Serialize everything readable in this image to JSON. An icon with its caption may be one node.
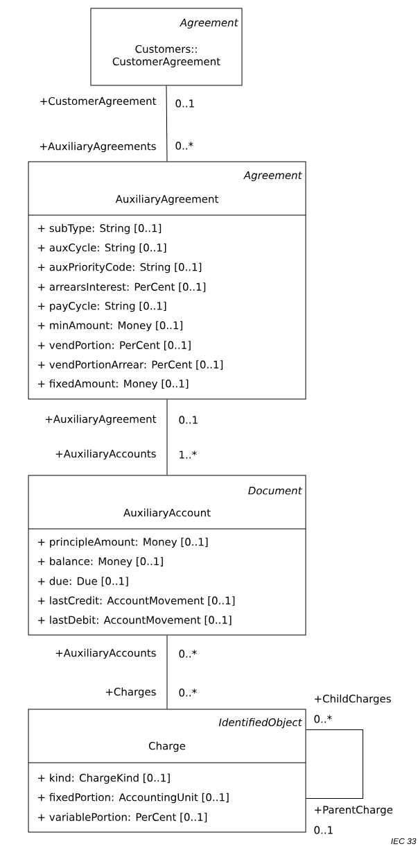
{
  "diagram": {
    "nodes": [
      {
        "text": [
          "Agreement",
          "Customers:: CustomerAgreement"
        ]
      },
      {
        "text": [
          "Agreement",
          "AuxiliaryAgreement",
          "+ subType: String [0..1]",
          "+ auxCycle: String [0..1]",
          "+ auxPriorityCode: String [0..1]",
          "+ arrearsInterest: PerCent [0..1]",
          "+ payCycle: String [0..1]",
          "+ minAmount: Money [0..1]",
          "+ vendPortion: PerCent [0..1]",
          "+ vendPortionArrear: PerCent [0..1]",
          "+ fixedAmount: Money [0..1]"
        ]
      },
      {
        "text": [
          "Document",
          "AuxiliaryAccount",
          "+ principleAmount: Money [0..1]",
          "+ balance: Money [0..1]",
          "+ due: Due [0..1]",
          "+ lastCredit: AccountMovement [0..1]",
          "+ lastDebit: AccountMovement [0..1]"
        ]
      },
      {
        "text": [
          "IdentifiedObject",
          "Charge",
          "+ kind: ChargeKind [0..1]",
          "+ fixedPortion: AccountingUnit [0..1]",
          "+ variablePortion: PerCent [0..1]"
        ]
      }
    ],
    "edges": [
      {
        "from": 0,
        "to": 1,
        "arrow": "none"
      },
      {
        "from": 1,
        "to": 2,
        "arrow": "none"
      },
      {
        "from": 2,
        "to": 3,
        "arrow": "none"
      },
      {
        "from": 3,
        "to": 3,
        "arrow": "none"
      }
    ],
    "labels": [
      "+CustomerAgreement",
      "0..1",
      "+AuxiliaryAgreements",
      "0..*",
      "+AuxiliaryAgreement",
      "0..1",
      "+AuxiliaryAccounts",
      "1..*",
      "+AuxiliaryAccounts",
      "0..*",
      "+Charges",
      "0..*",
      "+ChildCharges",
      "0..*",
      "+ParentCharge",
      "0..1",
      "IEC 33"
    ]
  }
}
